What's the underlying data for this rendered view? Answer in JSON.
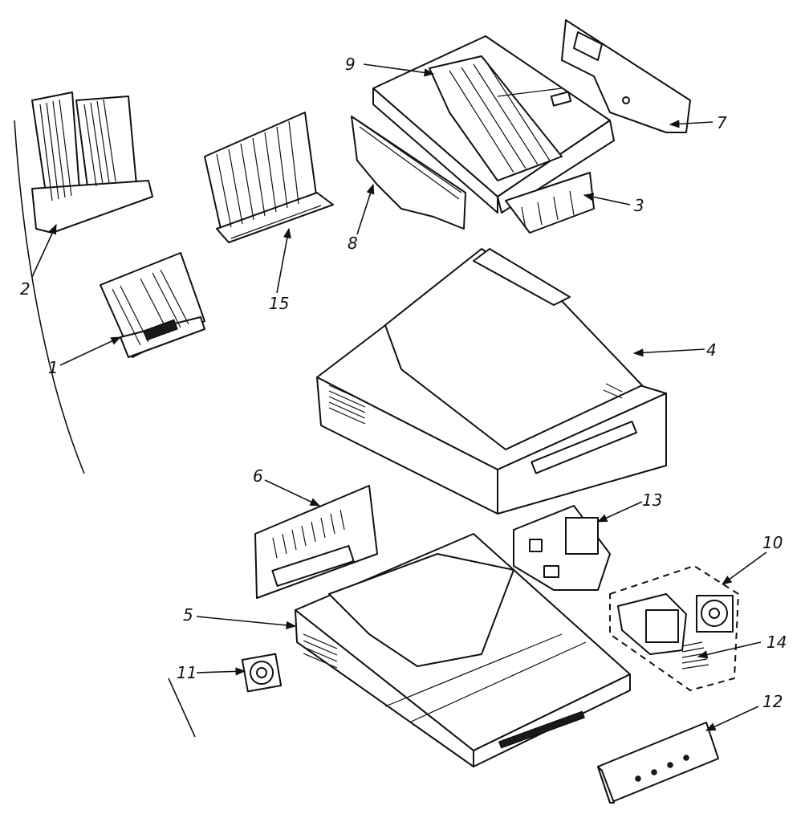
{
  "diagram": {
    "callouts": [
      {
        "id": "1",
        "label": "1"
      },
      {
        "id": "2",
        "label": "2"
      },
      {
        "id": "3",
        "label": "3"
      },
      {
        "id": "4",
        "label": "4"
      },
      {
        "id": "5",
        "label": "5"
      },
      {
        "id": "6",
        "label": "6"
      },
      {
        "id": "7",
        "label": "7"
      },
      {
        "id": "8",
        "label": "8"
      },
      {
        "id": "9",
        "label": "9"
      },
      {
        "id": "10",
        "label": "10"
      },
      {
        "id": "11",
        "label": "11"
      },
      {
        "id": "12",
        "label": "12"
      },
      {
        "id": "13",
        "label": "13"
      },
      {
        "id": "14",
        "label": "14"
      },
      {
        "id": "15",
        "label": "15"
      }
    ],
    "line_color": "#111111",
    "background_color": "#ffffff"
  }
}
